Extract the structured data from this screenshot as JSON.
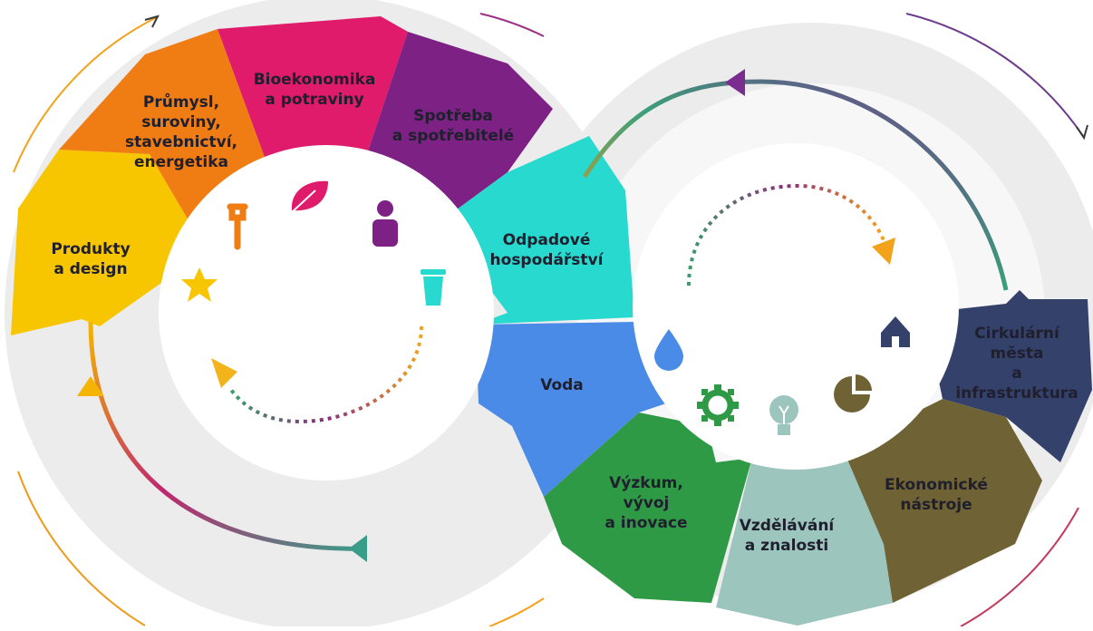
{
  "left_ring": {
    "segments": [
      {
        "lines": [
          "Produkty",
          "a design"
        ],
        "color": "#f7c600"
      },
      {
        "lines": [
          "Průmysl,",
          "suroviny,",
          "stavebnictví,",
          "energetika"
        ],
        "color": "#f07d14"
      },
      {
        "lines": [
          "Bioekonomika",
          "a potraviny"
        ],
        "color": "#e01b6b"
      },
      {
        "lines": [
          "Spotřeba",
          "a spotřebitelé"
        ],
        "color": "#7d2185"
      },
      {
        "lines": [
          "Odpadové",
          "hospodářství"
        ],
        "color": "#27d9cf"
      }
    ],
    "icons": [
      "star-icon",
      "wrench-icon",
      "leaf-icon",
      "person-icon",
      "trash-bin-icon"
    ]
  },
  "right_ring": {
    "segments": [
      {
        "lines": [
          "Voda"
        ],
        "color": "#4a8be8"
      },
      {
        "lines": [
          "Výzkum,",
          "vývoj",
          "a inovace"
        ],
        "color": "#2f9a45"
      },
      {
        "lines": [
          "Vzdělávání",
          "a znalosti"
        ],
        "color": "#9cc5bd"
      },
      {
        "lines": [
          "Ekonomické",
          "nástroje"
        ],
        "color": "#6f6234"
      },
      {
        "lines": [
          "Cirkulární",
          "města",
          "a",
          "infrastruktura"
        ],
        "color": "#34416b"
      }
    ],
    "icons": [
      "water-drop-icon",
      "gear-icon",
      "light-bulb-icon",
      "pie-chart-icon",
      "house-icon"
    ]
  },
  "colors": {
    "ring_gray": "#ededed",
    "arrow_gradient": [
      "#f3a21c",
      "#8b2c7e",
      "#3aa07a"
    ]
  }
}
